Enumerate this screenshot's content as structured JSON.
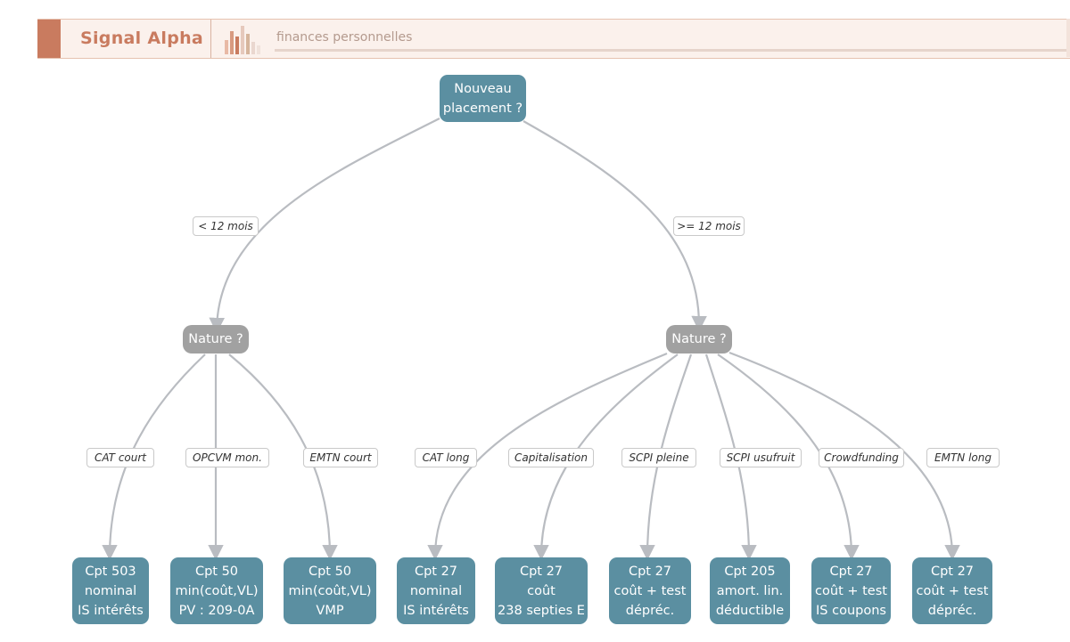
{
  "header": {
    "brand": "Signal Alpha",
    "subtitle": "finances personnelles",
    "logo_icon": "bar-chart-logo",
    "accent_color": "#c97b5f"
  },
  "diagram": {
    "root": {
      "line1": "Nouveau",
      "line2": "placement ?"
    },
    "branches": {
      "short": "< 12 mois",
      "long": ">= 12 mois"
    },
    "decisions": {
      "left": "Nature ?",
      "right": "Nature ?"
    },
    "edge_labels": [
      "CAT court",
      "OPCVM mon.",
      "EMTN court",
      "CAT long",
      "Capitalisation",
      "SCPI pleine",
      "SCPI usufruit",
      "Crowdfunding",
      "EMTN long"
    ],
    "leaves": [
      {
        "line1": "Cpt 503",
        "line2": "nominal",
        "line3": "IS intérêts"
      },
      {
        "line1": "Cpt 50",
        "line2": "min(coût,VL)",
        "line3": "PV : 209-0A"
      },
      {
        "line1": "Cpt 50",
        "line2": "min(coût,VL)",
        "line3": "VMP"
      },
      {
        "line1": "Cpt 27",
        "line2": "nominal",
        "line3": "IS intérêts"
      },
      {
        "line1": "Cpt 27",
        "line2": "coût",
        "line3": "238 septies E"
      },
      {
        "line1": "Cpt 27",
        "line2": "coût + test",
        "line3": "dépréc."
      },
      {
        "line1": "Cpt 205",
        "line2": "amort. lin.",
        "line3": "déductible"
      },
      {
        "line1": "Cpt 27",
        "line2": "coût + test",
        "line3": "IS coupons"
      },
      {
        "line1": "Cpt 27",
        "line2": "coût + test",
        "line3": "dépréc."
      }
    ],
    "colors": {
      "leaf": "#5b8fa1",
      "decision": "#a1a1a1",
      "edge": "#b9bcc1"
    }
  }
}
